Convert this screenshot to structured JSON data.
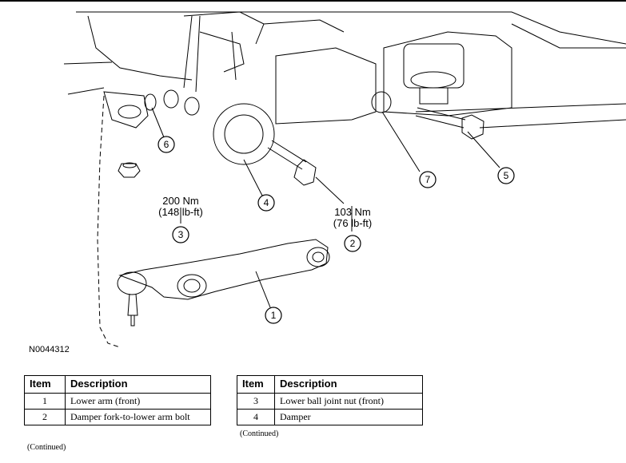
{
  "figure": {
    "id": "N0044312",
    "callouts": [
      {
        "number": "1"
      },
      {
        "number": "2",
        "torque": "103 Nm",
        "torque_imperial": "(76 lb-ft)"
      },
      {
        "number": "3",
        "torque": "200 Nm",
        "torque_imperial": "(148 lb-ft)"
      },
      {
        "number": "4"
      },
      {
        "number": "5"
      },
      {
        "number": "6"
      },
      {
        "number": "7"
      }
    ]
  },
  "tables": {
    "headers": {
      "item": "Item",
      "description": "Description"
    },
    "left": {
      "rows": [
        {
          "item": "1",
          "description": "Lower arm (front)"
        },
        {
          "item": "2",
          "description": "Damper fork-to-lower arm bolt"
        }
      ],
      "footer": "(Continued)"
    },
    "right": {
      "rows": [
        {
          "item": "3",
          "description": "Lower ball joint nut (front)"
        },
        {
          "item": "4",
          "description": "Damper"
        }
      ],
      "footer": "(Continued)"
    }
  }
}
